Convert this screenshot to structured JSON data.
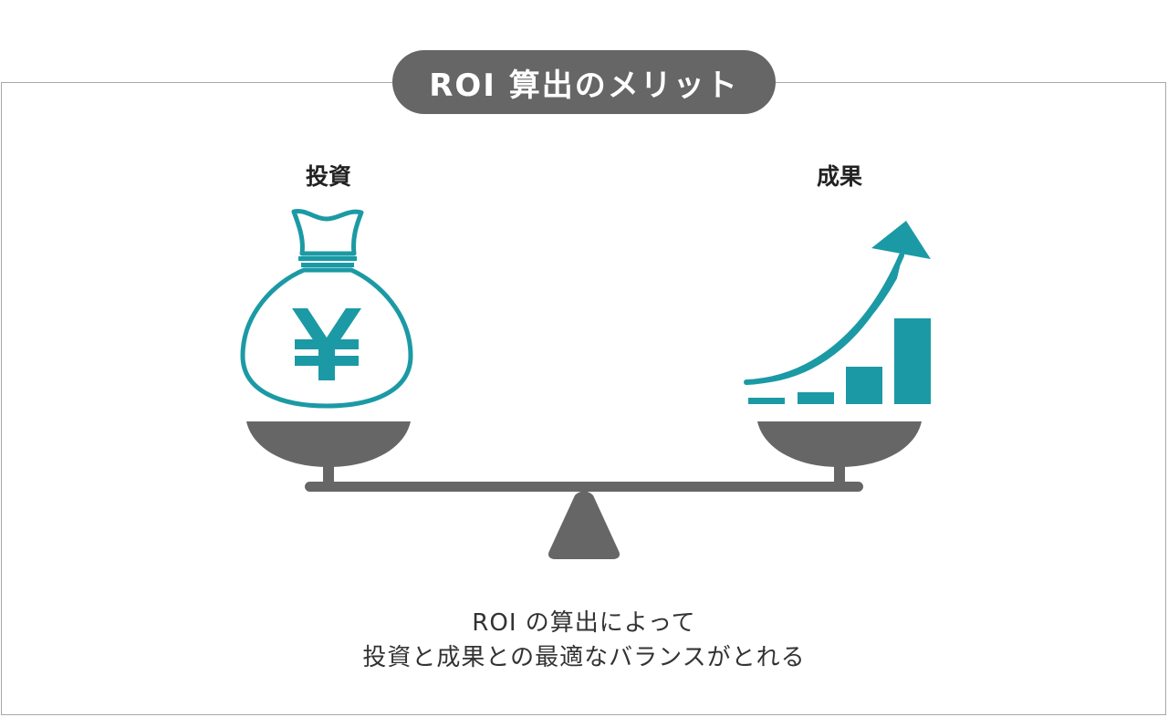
{
  "title": "ROI 算出のメリット",
  "left_label": "投資",
  "right_label": "成果",
  "caption": {
    "line1": "ROI の算出によって",
    "line2": "投資と成果との最適なバランスがとれる"
  },
  "icons": {
    "left": "yen-money-bag-icon",
    "right": "growth-bar-chart-arrow-icon",
    "base": "balance-scale-icon"
  },
  "colors": {
    "accent": "#1b9aa5",
    "scale": "#666666",
    "pill": "#666666",
    "pill_text": "#ffffff",
    "frame": "#a8a8a8"
  }
}
